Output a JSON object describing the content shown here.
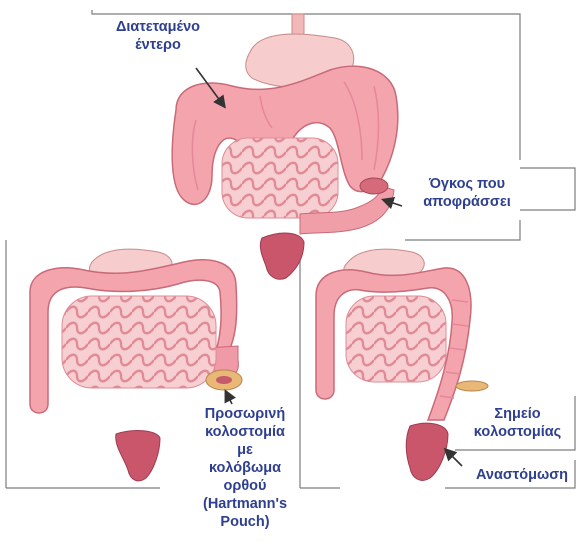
{
  "labels": {
    "dilated_bowel": [
      "Διατεταμένο",
      "έντερο"
    ],
    "obstructing_tumor": [
      "Όγκος που",
      "αποφράσσει"
    ],
    "temporary_colostomy": [
      "Προσωρινή",
      "κολοστομία",
      "με",
      "κολόβωμα",
      "ορθού",
      "(Hartmann's",
      "Pouch)"
    ],
    "colostomy_site": [
      "Σημείο",
      "κολοστομίας"
    ],
    "anastomosis": [
      "Αναστόμωση"
    ]
  },
  "colors": {
    "label_text": "#2e3f8f",
    "colon_fill": "#f4a4ad",
    "colon_outline": "#c96a78",
    "small_bowel": "#f1b6bb",
    "stomach": "#f6cccc",
    "rectum": "#c9566b",
    "stoma": "#e9b877",
    "panel_border": "#7a7a7a"
  },
  "icons": [
    "arrow-icon"
  ]
}
